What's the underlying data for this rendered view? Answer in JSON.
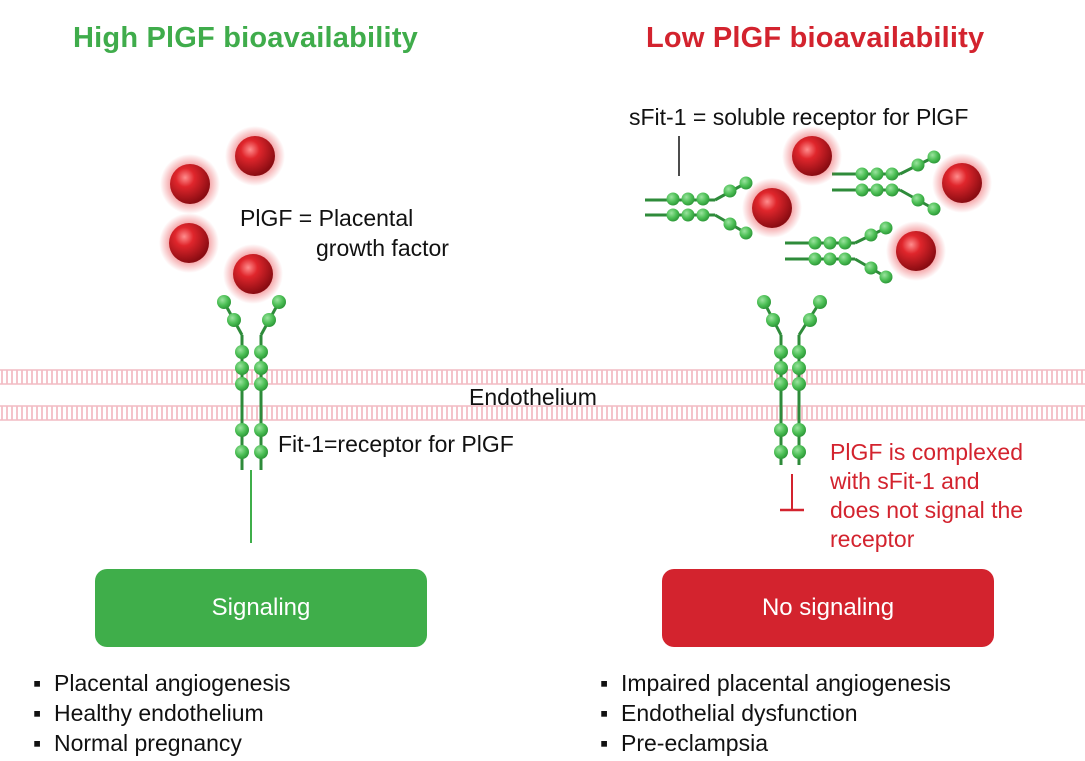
{
  "left": {
    "title": "High PlGF bioavailability",
    "plgf_def_line1": "PlGF = Placental",
    "plgf_def_line2": "growth factor",
    "receptor_label": "Fit-1=receptor for PlGF",
    "box_label": "Signaling",
    "bullets": [
      "Placental angiogenesis",
      "Healthy endothelium",
      "Normal pregnancy"
    ]
  },
  "center": {
    "membrane_label": "Endothelium"
  },
  "right": {
    "title": "Low PlGF bioavailability",
    "sfit_label": "sFit-1 = soluble receptor for PlGF",
    "note_lines": [
      "PlGF is complexed",
      "with sFit-1 and",
      "does not signal the",
      "receptor"
    ],
    "box_label": "No signaling",
    "bullets": [
      "Impaired placental angiogenesis",
      "Endothelial dysfunction",
      "Pre-eclampsia"
    ]
  },
  "bullet_symbol": "▪",
  "colors": {
    "green": "#3fae4a",
    "red": "#d3232e",
    "membrane": "#f2bcc4",
    "bead_green": "#49c05a",
    "plgf_red": "#cc1f24"
  }
}
